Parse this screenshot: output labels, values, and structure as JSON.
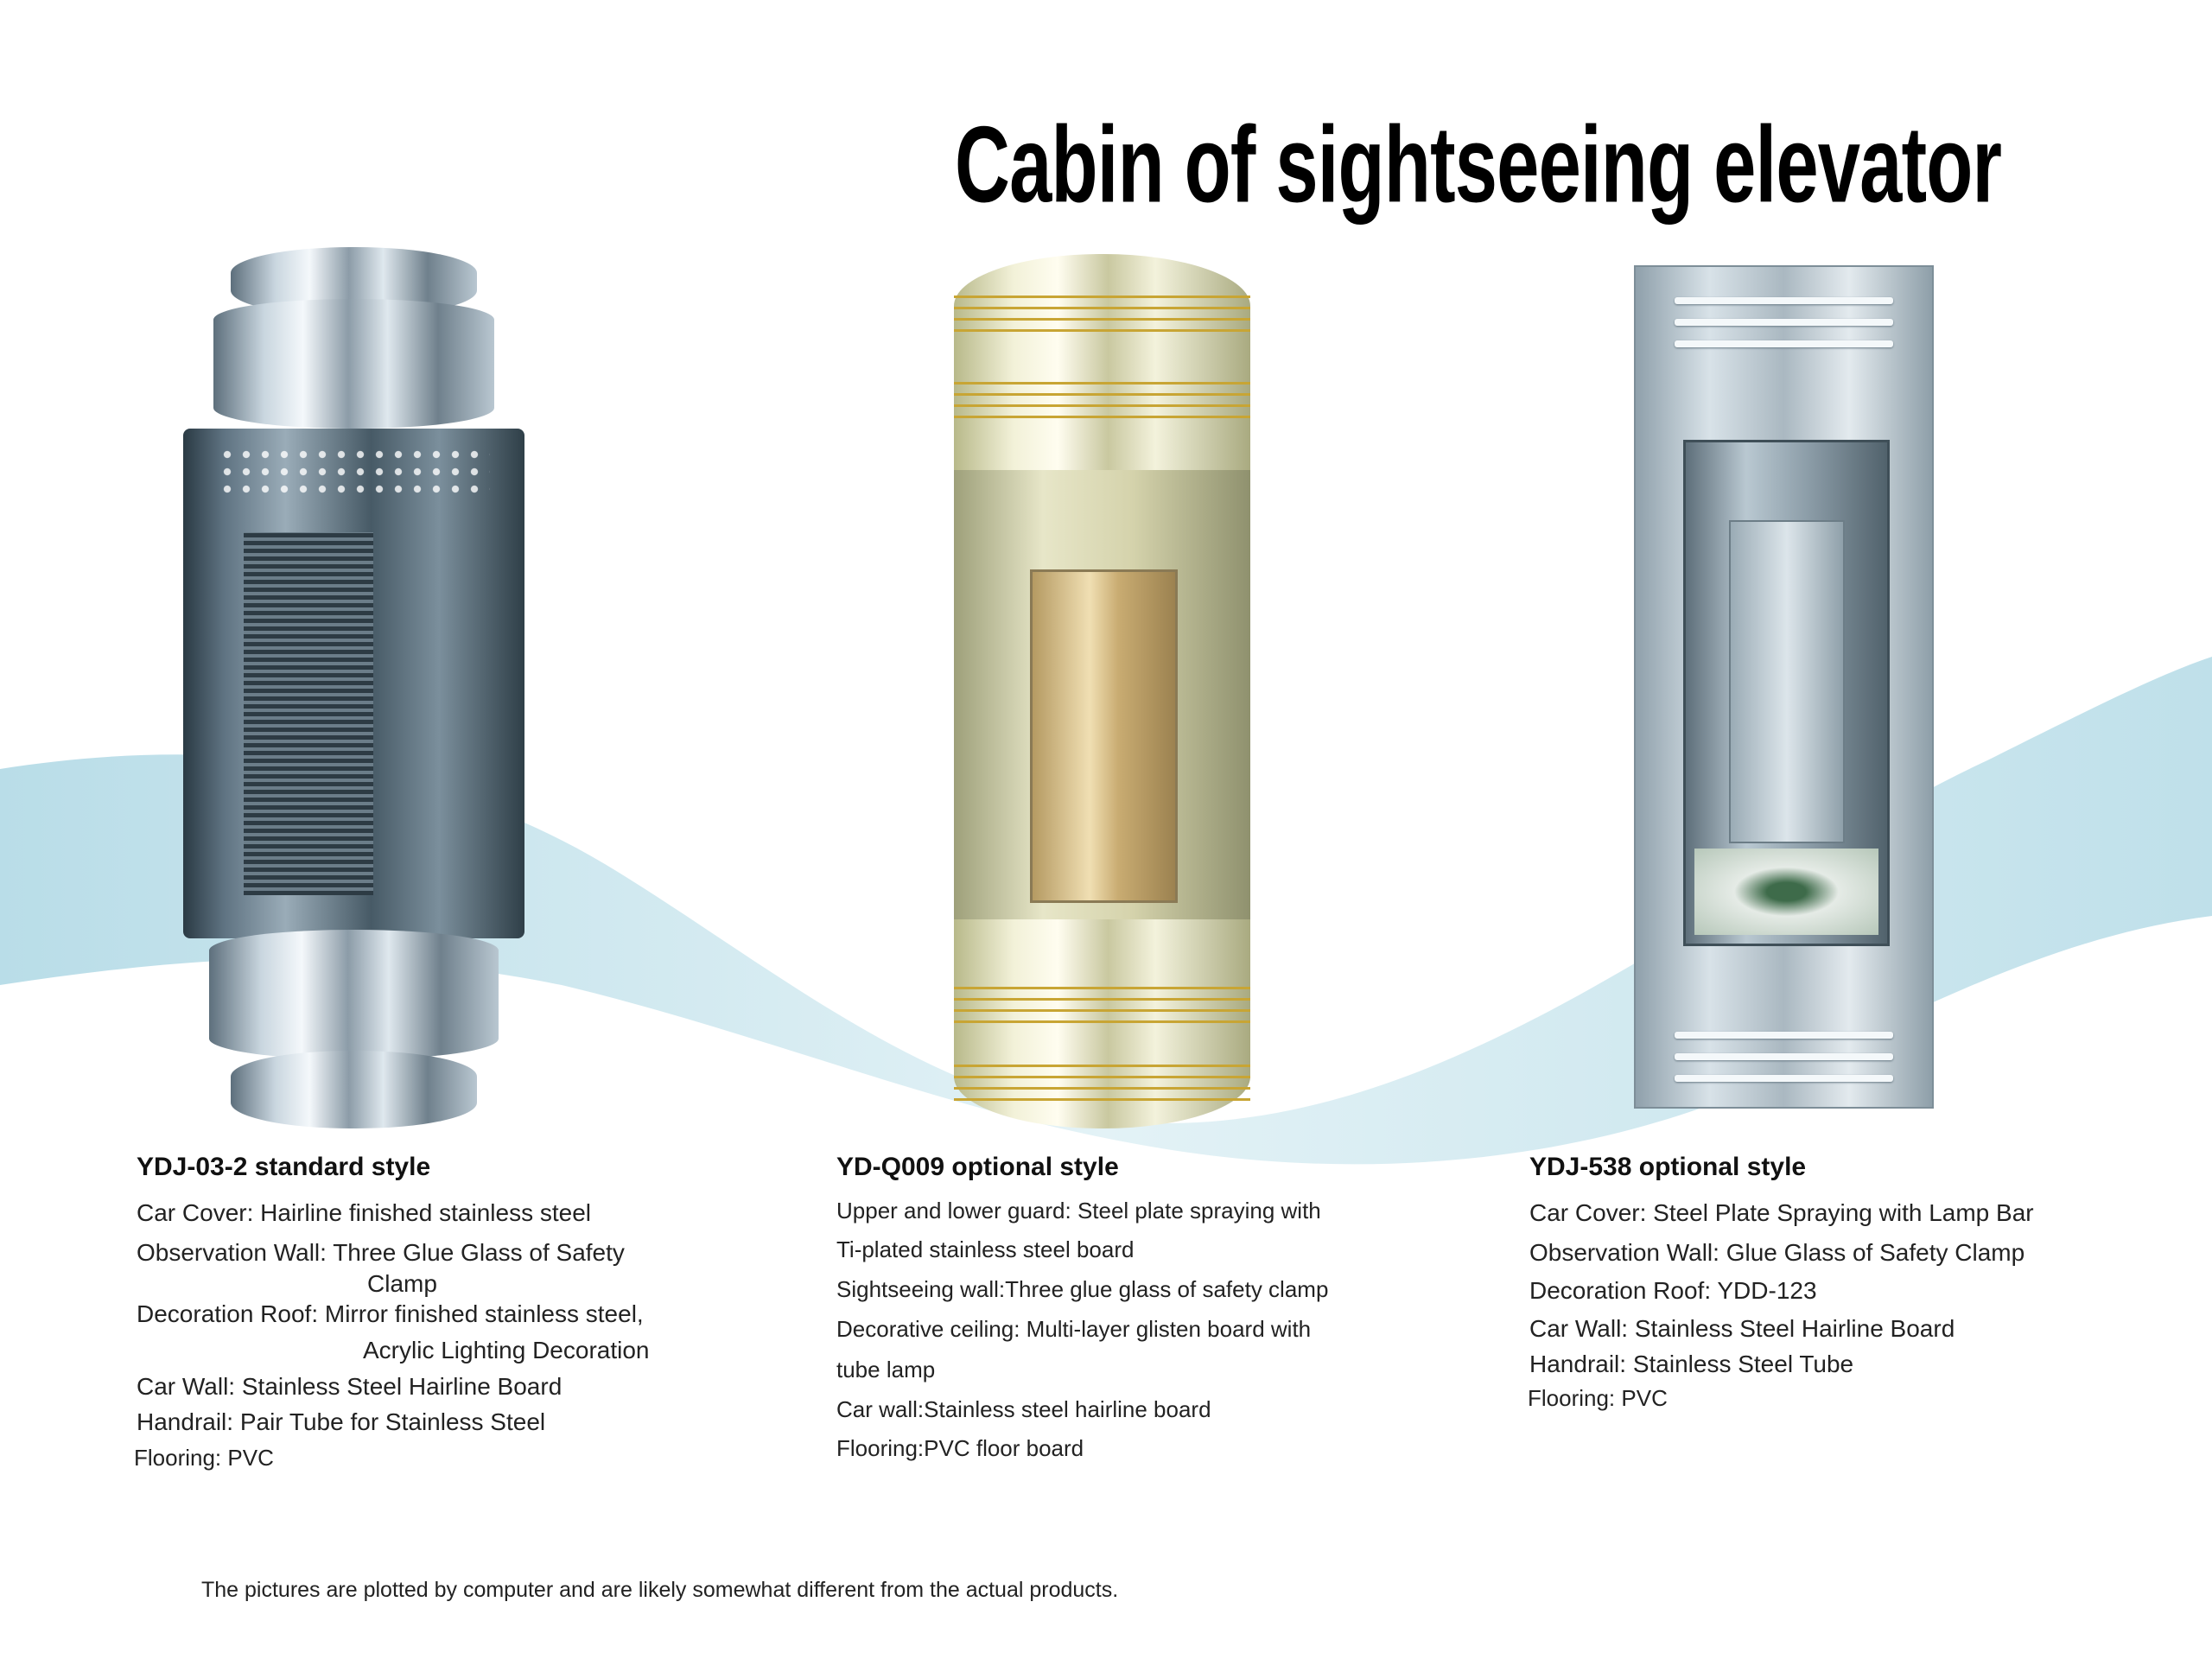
{
  "title": "Cabin of sightseeing elevator",
  "colors": {
    "wave": "#cfe7ee",
    "title": "#000000"
  },
  "products": [
    {
      "heading": "YDJ-03-2  standard style",
      "lines": [
        "Car Cover: Hairline finished stainless steel",
        "Observation Wall: Three Glue Glass of Safety",
        "Clamp",
        "Decoration Roof: Mirror finished stainless steel,",
        "Acrylic Lighting Decoration",
        "Car Wall: Stainless Steel Hairline Board",
        "Handrail: Pair Tube for Stainless Steel",
        "Flooring: PVC"
      ]
    },
    {
      "heading": "YD-Q009 optional style",
      "lines": [
        "Upper and lower guard: Steel plate spraying with",
        "Ti-plated stainless steel board",
        "Sightseeing wall:Three glue glass of safety clamp",
        "Decorative ceiling: Multi-layer glisten board with",
        "tube lamp",
        "Car wall:Stainless steel hairline board",
        "Flooring:PVC floor board"
      ]
    },
    {
      "heading": "YDJ-538 optional style",
      "lines": [
        "Car Cover: Steel Plate Spraying with Lamp Bar",
        "Observation Wall: Glue Glass of Safety Clamp",
        "Decoration Roof: YDD-123",
        "Car Wall: Stainless Steel Hairline Board",
        "Handrail: Stainless Steel Tube",
        "Flooring: PVC"
      ]
    }
  ],
  "footer": "The pictures are plotted by computer and are likely somewhat different from the actual products."
}
